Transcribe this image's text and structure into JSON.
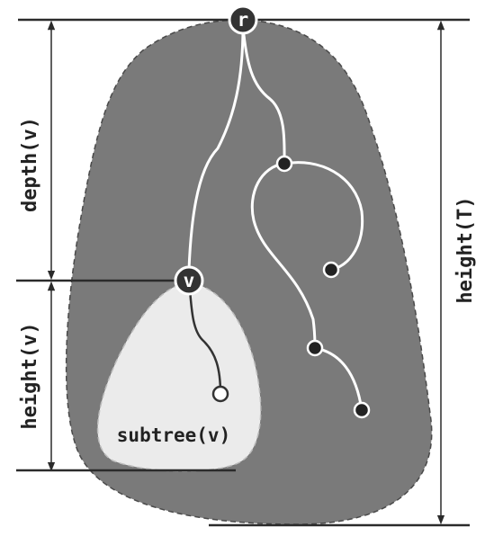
{
  "figure": {
    "root_label": "r",
    "node_label": "v",
    "dimension_labels": {
      "depth": "depth(v)",
      "height_v": "height(v)",
      "height_T": "height(T)"
    },
    "subtree_label": "subtree(v)",
    "colors": {
      "tree_fill": "#7a7a7a",
      "subtree_fill": "#ebebeb",
      "edge": "#ffffff",
      "node_dark": "#333333",
      "line": "#2b2b2b"
    }
  }
}
